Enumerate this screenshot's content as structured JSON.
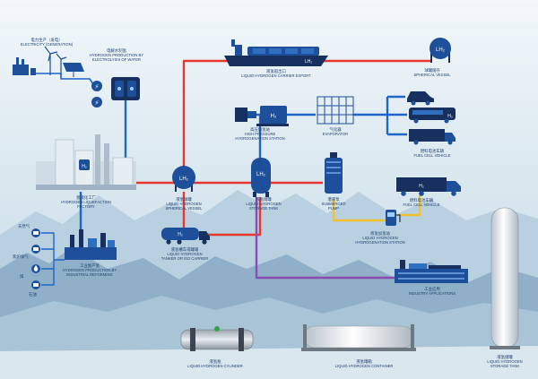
{
  "colors": {
    "background_top": "#dfeaf2",
    "background_mid": "#c7dbe8",
    "mountain": "#8fb0c8",
    "mountain_light": "#b8d0e0",
    "flow_red": "#e8372c",
    "flow_blue": "#1e66c8",
    "flow_yellow": "#f2c12e",
    "flow_purple": "#8a4bb3",
    "icon_blue": "#1d4f9a",
    "icon_dark": "#17305e",
    "label_text": "#1f3f6e"
  },
  "nodes": {
    "generation": {
      "zh": "电力生产（发电）",
      "en": "ELECTRICITY (GENERATION)"
    },
    "electrolysis": {
      "zh": "电解水制氢",
      "en1": "HYDROGEN PRODUCTION BY",
      "en2": "ELECTROLYSIS OF WATER"
    },
    "carrier": {
      "zh": "液氢船出口",
      "en": "LIQUID HYDROGEN CARRIER EXPORT",
      "badge": "LH₂"
    },
    "spherical_vessel": {
      "zh": "球罐储存",
      "en": "SPHERICAL VESSEL",
      "badge": "LH₂"
    },
    "hp_station": {
      "zh": "高压加氢站",
      "en1": "HIGH PRESSURE",
      "en2": "HYDROGENATION STATION",
      "badge": "H₂"
    },
    "evaporator": {
      "zh": "气化器",
      "en": "EVAPORATOR"
    },
    "fuel_cell_vehicle_top": {
      "zh": "燃料电池车辆",
      "en": "FUEL CELL VEHICLE",
      "badge": "H₂"
    },
    "liquefaction": {
      "zh": "氢液化工厂",
      "en1": "HYDROGEN LIQUEFACTION",
      "en2": "FACTORY",
      "badge": "H₂"
    },
    "lh2_sphere": {
      "zh": "液氢球罐",
      "en1": "LIQUID HYDROGEN",
      "en2": "SPHERICAL VESSEL",
      "badge": "LH₂"
    },
    "lh2_tank": {
      "zh": "液氢储罐",
      "en1": "LIQUID HYDROGEN",
      "en2": "STORAGE TANK",
      "badge": "LH₂"
    },
    "pump": {
      "zh": "潜液泵",
      "en1": "SUBMERGED",
      "en2": "PUMP"
    },
    "fuel_cell_vehicle_mid": {
      "zh": "燃料电池车辆",
      "en": "FUEL CELL VEHICLE",
      "badge": "H₂"
    },
    "lh2_station": {
      "zh": "液氢加氢站",
      "en1": "LIQUID HYDROGEN",
      "en2": "HYDROGENATION STATION"
    },
    "tanker": {
      "zh": "液氢槽车或罐箱",
      "en1": "LIQUID HYDROGEN",
      "en2": "TANKER OR ISO CARRIER",
      "badge": "H₂"
    },
    "industrial": {
      "zh": "工业副产氢",
      "en1": "HYDROGEN PRODUCTION BY",
      "en2": "INDUSTRIAL REFORMING"
    },
    "industry_apps": {
      "zh": "工业应用",
      "en": "INDUSTRY APPLICATIONS"
    },
    "cylinder": {
      "zh": "液氢瓶",
      "en": "LIQUID HYDROGEN CYLINDER"
    },
    "container": {
      "zh": "液氢罐箱",
      "en": "LIQUID HYDROGEN CONTAINER"
    },
    "storage_tank": {
      "zh": "液氢储罐",
      "en1": "LIQUID HYDROGEN",
      "en2": "STORAGE TANK"
    }
  },
  "feedstock": [
    {
      "zh": "天然气"
    },
    {
      "zh": "焦炉煤气"
    },
    {
      "zh": "煤"
    },
    {
      "zh": "石油"
    }
  ]
}
